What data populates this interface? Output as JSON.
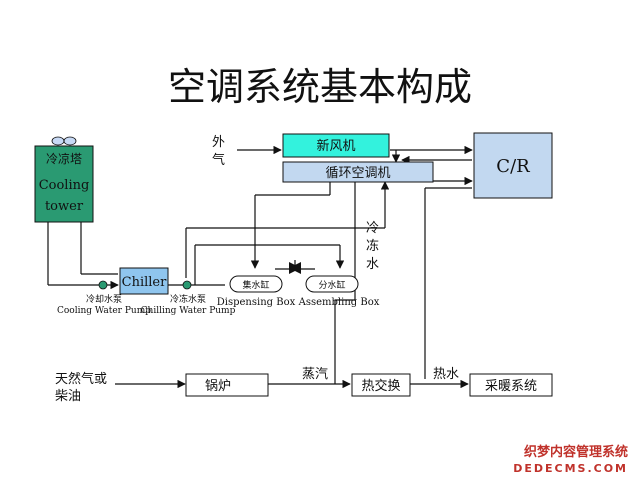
{
  "title": "空调系统基本构成",
  "cooling_tower": {
    "top_label": "冷凉塔",
    "line1": "Cooling",
    "line2": "tower"
  },
  "fresh_air_label_1": "外",
  "fresh_air_label_2": "气",
  "fresh_air_unit": "新风机",
  "circulating_ahu": "循环空调机",
  "cr": "C/R",
  "chilled_water_label_1": "冷",
  "chilled_water_label_2": "冻",
  "chilled_water_label_3": "水",
  "chiller": "Chiller",
  "cooling_pump": {
    "cn": "冷却水泵",
    "en": "Cooling Water Pump"
  },
  "chilling_pump": {
    "cn": "冷冻水泵",
    "en": "Chilling Water Pump"
  },
  "collector": {
    "cn": "集水缸",
    "en": "Dispensing Box"
  },
  "distributor": {
    "cn": "分水缸",
    "en": "Assembling Box"
  },
  "fuel_1": "天然气或",
  "fuel_2": "柴油",
  "boiler": "锅炉",
  "steam": "蒸汽",
  "heat_exchanger": "热交换",
  "hot_water": "热水",
  "heating_system": "采暖系统",
  "watermark": {
    "line1": "织梦内容管理系统",
    "line2": "DEDECMS.COM"
  },
  "colors": {
    "cyan_box": "#33f2dd",
    "blue_box": "#c2d8f0",
    "green_box": "#2a9a72",
    "chiller_box": "#8fc5ee",
    "pump_dot": "#2a9a72",
    "watermark": "#c0322b"
  }
}
